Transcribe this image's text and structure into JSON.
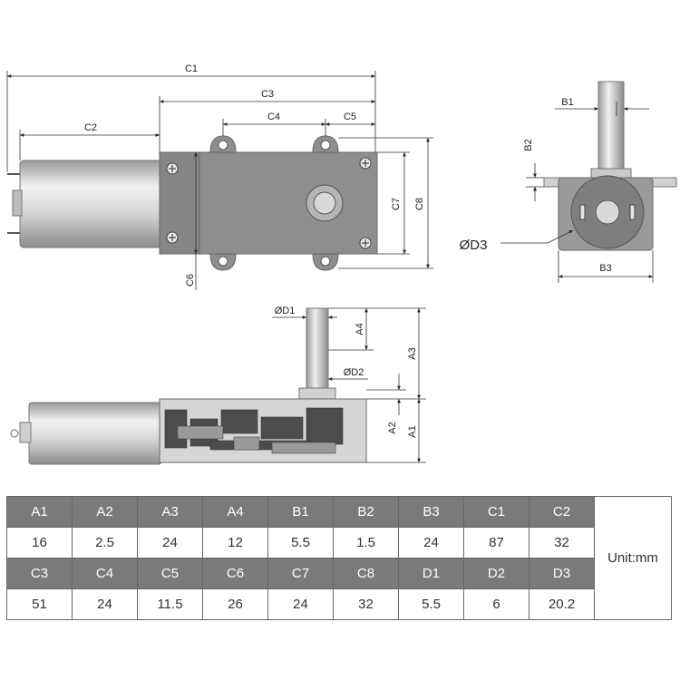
{
  "labels": {
    "top_view": {
      "c1": "C1",
      "c2": "C2",
      "c3": "C3",
      "c4": "C4",
      "c5": "C5",
      "c6": "C6",
      "c7": "C7",
      "c8": "C8"
    },
    "side_view": {
      "b1": "B1",
      "b2": "B2",
      "b3": "B3",
      "d3": "ØD3"
    },
    "front_view": {
      "d1": "ØD1",
      "d2": "ØD2",
      "a1": "A1",
      "a2": "A2",
      "a3": "A3",
      "a4": "A4"
    }
  },
  "table": {
    "rows": [
      {
        "headers": [
          "A1",
          "A2",
          "A3",
          "A4",
          "B1",
          "B2",
          "B3",
          "C1",
          "C2"
        ],
        "values": [
          "16",
          "2.5",
          "24",
          "12",
          "5.5",
          "1.5",
          "24",
          "87",
          "32"
        ]
      },
      {
        "headers": [
          "C3",
          "C4",
          "C5",
          "C6",
          "C7",
          "C8",
          "D1",
          "D2",
          "D3"
        ],
        "values": [
          "51",
          "24",
          "11.5",
          "26",
          "24",
          "32",
          "5.5",
          "6",
          "20.2"
        ]
      }
    ],
    "unit": "Unit:mm"
  },
  "colors": {
    "header_bg": "#7a7a7a",
    "gearbox": "#8e8e8e",
    "motor": "#dcdcdc"
  }
}
